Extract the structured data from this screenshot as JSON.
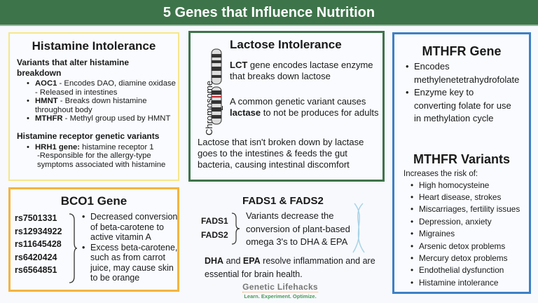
{
  "header": {
    "title": "5 Genes that Influence Nutrition",
    "color": "#3e744a"
  },
  "histamine": {
    "title": "Histamine Intolerance",
    "subhead1": "Variants that alter histamine breakdown",
    "items": [
      {
        "gene": "AOC1",
        "text": " - Encodes DAO, diamine oxidase",
        "note": "- Released in intestines"
      },
      {
        "gene": "HMNT",
        "text": " - Breaks down histamine throughout body"
      },
      {
        "gene": "MTHFR",
        "text": " - Methyl group used by HMNT"
      }
    ],
    "subhead2": "Histamine receptor genetic variants",
    "receptor": {
      "gene": "HRH1 gene:",
      "text": " histamine receptor 1",
      "note": "-Responsible for the allergy-type symptoms associated with histamine"
    }
  },
  "lactose": {
    "title": "Lactose Intolerance",
    "chromosome_label": "Chromosome 2",
    "p1_bold": "LCT",
    "p1": " gene encodes lactase enzyme that breaks down lactose",
    "p2a": "A common genetic variant causes ",
    "p2_bold": "lactase",
    "p2b": " to not be produces for adults",
    "p3": "Lactose that isn't broken down by lactase goes to the intestines & feeds the gut bacteria, causing intestinal discomfort"
  },
  "mthfr": {
    "title": "MTHFR Gene",
    "bullets": [
      "Encodes methylenetetrahydrofolate",
      "Enzyme key to converting folate for use in methylation cycle"
    ],
    "variants_title": "MTHFR Variants",
    "risk_intro": "Increases the risk of:",
    "risks": [
      "High homocysteine",
      "Heart disease, strokes",
      "Miscarriages, fertility issues",
      "Depression, anxiety",
      "Migraines",
      "Arsenic detox problems",
      "Mercury detox problems",
      "Endothelial dysfunction",
      "Histamine intolerance"
    ]
  },
  "bco1": {
    "title": "BCO1 Gene",
    "snps": [
      "rs7501331",
      "rs12934922",
      "rs11645428",
      "rs6420424",
      "rs6564851"
    ],
    "bullets": [
      "Decreased conversion of beta-carotene to active vitamin A",
      "Excess beta-carotene, such as from carrot juice, may cause skin to be orange"
    ]
  },
  "fads": {
    "title": "FADS1 & FADS2",
    "genes": [
      "FADS1",
      "FADS2"
    ],
    "text": "Variants decrease the conversion of plant-based omega 3's to DHA & EPA",
    "p_b1": "DHA",
    "p_t1": " and ",
    "p_b2": "EPA",
    "p_t2": " resolve inflammation and are essential for brain health."
  },
  "logo": {
    "name": "Genetic Lifehacks",
    "tagline": "Learn. Experiment. Optimize."
  }
}
